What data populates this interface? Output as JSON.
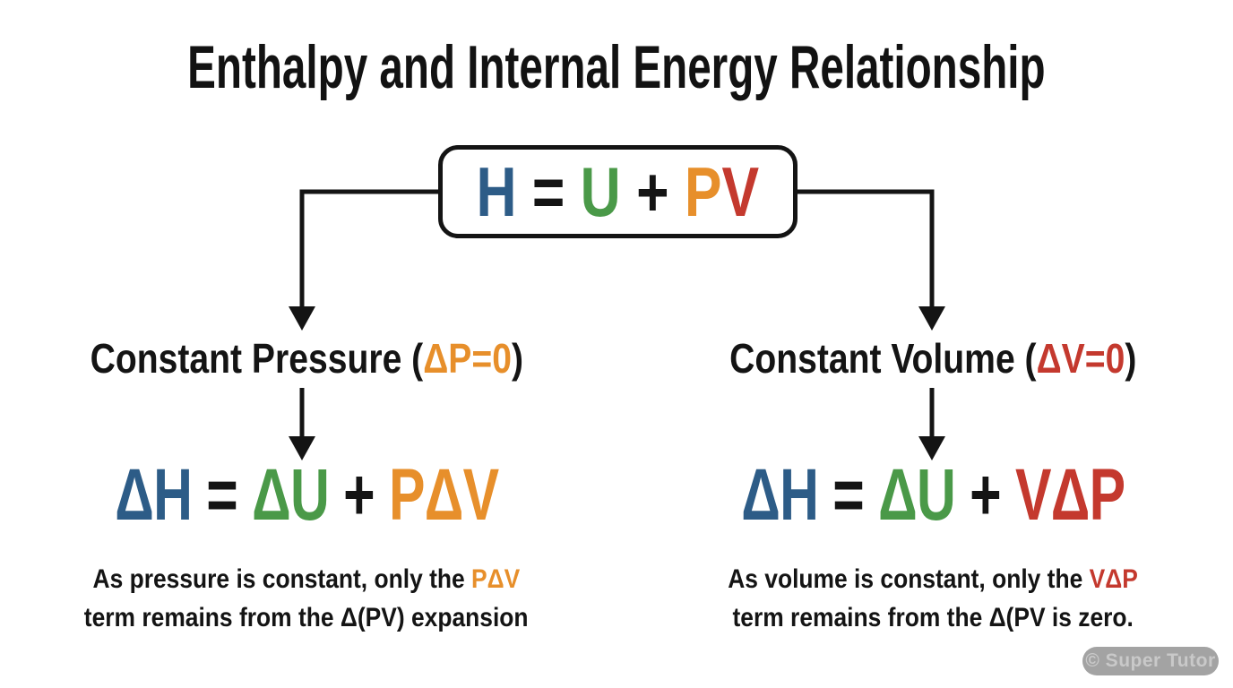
{
  "colors": {
    "blue": "#2d5c87",
    "green": "#4a9948",
    "orange": "#e78f2b",
    "red": "#c4392e",
    "ink": "#141414",
    "watermark_bg": "#a3a3a3",
    "watermark_text": "#c9c9c9"
  },
  "title": "Enthalpy and Internal Energy Relationship",
  "main_equation": {
    "h": "H",
    "equals": " = ",
    "u": "U",
    "plus": " + ",
    "p": "P",
    "v": "V"
  },
  "left_branch": {
    "label_prefix": "Constant Pressure (",
    "label_condition": "ΔP=0",
    "label_suffix": ")",
    "eq_dh": "ΔH",
    "eq_equals": " = ",
    "eq_du": "ΔU",
    "eq_plus": " + ",
    "eq_term": "PΔV",
    "caption_prefix": "As pressure is constant, only the ",
    "caption_term": "PΔV",
    "caption_line2": "term remains from the Δ(PV) expansion"
  },
  "right_branch": {
    "label_prefix": "Constant Volume (",
    "label_condition": "ΔV=0",
    "label_suffix": ")",
    "eq_dh": "ΔH",
    "eq_equals": " = ",
    "eq_du": "ΔU",
    "eq_plus": " + ",
    "eq_term": "VΔP",
    "caption_prefix": "As volume is constant, only the ",
    "caption_term": "VΔP",
    "caption_line2": "term remains from the Δ(PV is zero."
  },
  "watermark": "© Super Tutor"
}
